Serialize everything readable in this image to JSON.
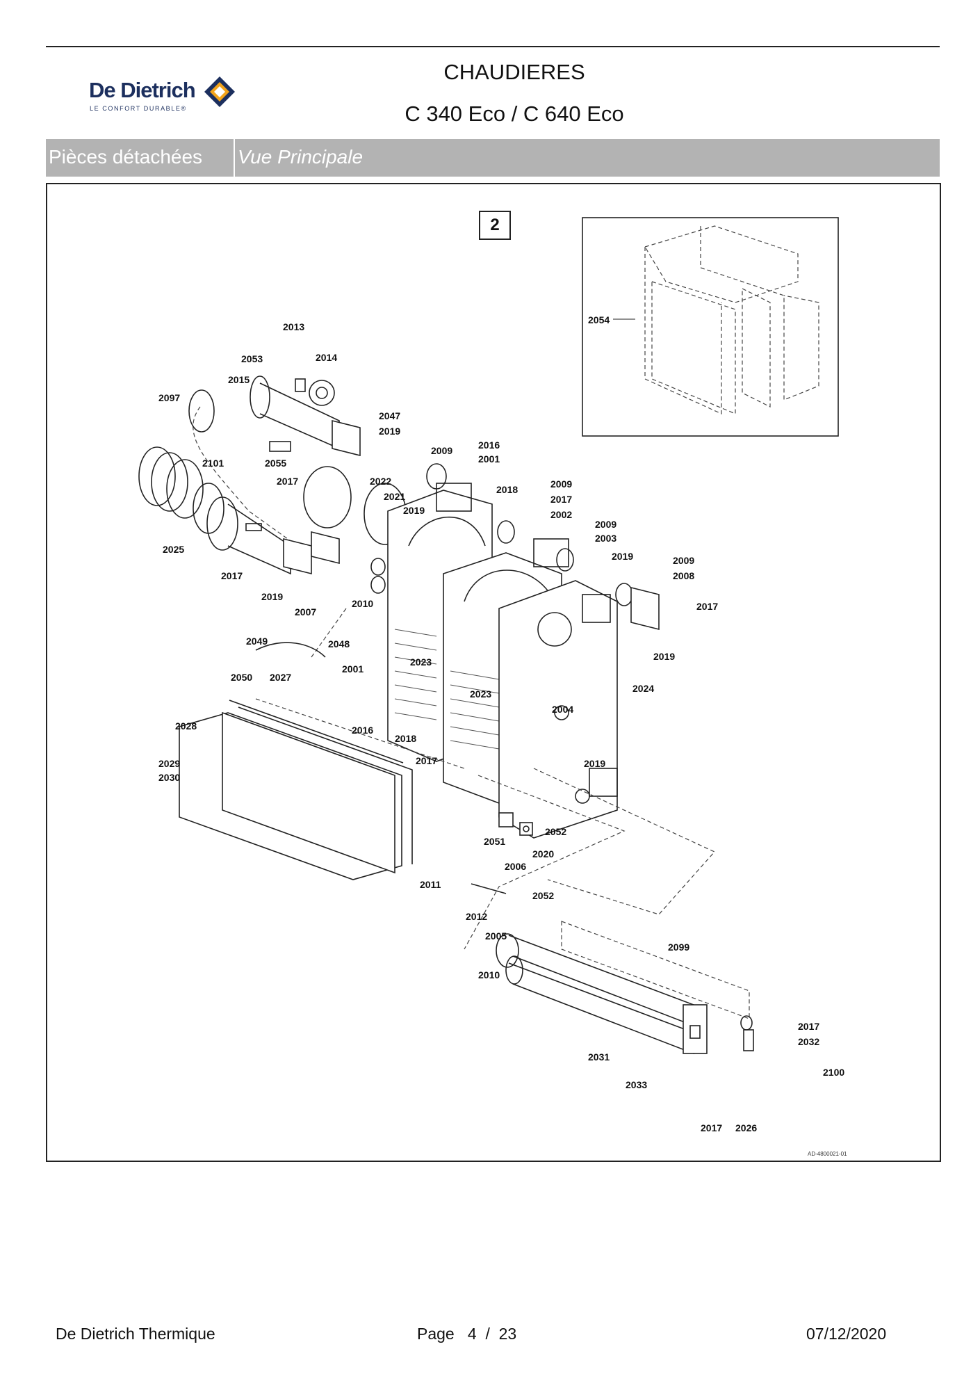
{
  "header": {
    "logo_text": "De Dietrich",
    "logo_tagline": "LE CONFORT DURABLE®",
    "title_line1": "CHAUDIERES",
    "title_line2": "C 340 Eco / C 640 Eco"
  },
  "section_bar": {
    "category": "Pièces détachées",
    "view": "Vue Principale"
  },
  "diagram": {
    "view_number": "2",
    "drawing_reference": "AD-4800021-01",
    "callouts": [
      {
        "id": "c2013",
        "label": "2013"
      },
      {
        "id": "c2053",
        "label": "2053"
      },
      {
        "id": "c2014",
        "label": "2014"
      },
      {
        "id": "c2015",
        "label": "2015"
      },
      {
        "id": "c2097",
        "label": "2097"
      },
      {
        "id": "c2047",
        "label": "2047"
      },
      {
        "id": "c2019a",
        "label": "2019"
      },
      {
        "id": "c2101",
        "label": "2101"
      },
      {
        "id": "c2055",
        "label": "2055"
      },
      {
        "id": "c2017a",
        "label": "2017"
      },
      {
        "id": "c2022",
        "label": "2022"
      },
      {
        "id": "c2021",
        "label": "2021"
      },
      {
        "id": "c2019b",
        "label": "2019"
      },
      {
        "id": "c2009a",
        "label": "2009"
      },
      {
        "id": "c2016a",
        "label": "2016"
      },
      {
        "id": "c2001a",
        "label": "2001"
      },
      {
        "id": "c2018a",
        "label": "2018"
      },
      {
        "id": "c2009b",
        "label": "2009"
      },
      {
        "id": "c2017b",
        "label": "2017"
      },
      {
        "id": "c2002",
        "label": "2002"
      },
      {
        "id": "c2009c",
        "label": "2009"
      },
      {
        "id": "c2003",
        "label": "2003"
      },
      {
        "id": "c2019c",
        "label": "2019"
      },
      {
        "id": "c2009d",
        "label": "2009"
      },
      {
        "id": "c2008",
        "label": "2008"
      },
      {
        "id": "c2017c",
        "label": "2017"
      },
      {
        "id": "c2025",
        "label": "2025"
      },
      {
        "id": "c2017d",
        "label": "2017"
      },
      {
        "id": "c2019d",
        "label": "2019"
      },
      {
        "id": "c2007",
        "label": "2007"
      },
      {
        "id": "c2010a",
        "label": "2010"
      },
      {
        "id": "c2049",
        "label": "2049"
      },
      {
        "id": "c2048",
        "label": "2048"
      },
      {
        "id": "c2023a",
        "label": "2023"
      },
      {
        "id": "c2001b",
        "label": "2001"
      },
      {
        "id": "c2019e",
        "label": "2019"
      },
      {
        "id": "c2024",
        "label": "2024"
      },
      {
        "id": "c2050",
        "label": "2050"
      },
      {
        "id": "c2027",
        "label": "2027"
      },
      {
        "id": "c2023b",
        "label": "2023"
      },
      {
        "id": "c2004",
        "label": "2004"
      },
      {
        "id": "c2028",
        "label": "2028"
      },
      {
        "id": "c2016b",
        "label": "2016"
      },
      {
        "id": "c2018b",
        "label": "2018"
      },
      {
        "id": "c2017e",
        "label": "2017"
      },
      {
        "id": "c2019f",
        "label": "2019"
      },
      {
        "id": "c2029",
        "label": "2029"
      },
      {
        "id": "c2030",
        "label": "2030"
      },
      {
        "id": "c2051",
        "label": "2051"
      },
      {
        "id": "c2052a",
        "label": "2052"
      },
      {
        "id": "c2006",
        "label": "2006"
      },
      {
        "id": "c2020",
        "label": "2020"
      },
      {
        "id": "c2011",
        "label": "2011"
      },
      {
        "id": "c2052b",
        "label": "2052"
      },
      {
        "id": "c2012",
        "label": "2012"
      },
      {
        "id": "c2005",
        "label": "2005"
      },
      {
        "id": "c2099",
        "label": "2099"
      },
      {
        "id": "c2010b",
        "label": "2010"
      },
      {
        "id": "c2017f",
        "label": "2017"
      },
      {
        "id": "c2032",
        "label": "2032"
      },
      {
        "id": "c2100",
        "label": "2100"
      },
      {
        "id": "c2031",
        "label": "2031"
      },
      {
        "id": "c2033",
        "label": "2033"
      },
      {
        "id": "c2017g",
        "label": "2017"
      },
      {
        "id": "c2026",
        "label": "2026"
      },
      {
        "id": "c2054",
        "label": "2054"
      }
    ]
  },
  "footer": {
    "company": "De Dietrich Thermique",
    "page_label": "Page",
    "page_current": "4",
    "page_sep": "/",
    "page_total": "23",
    "date": "07/12/2020"
  }
}
